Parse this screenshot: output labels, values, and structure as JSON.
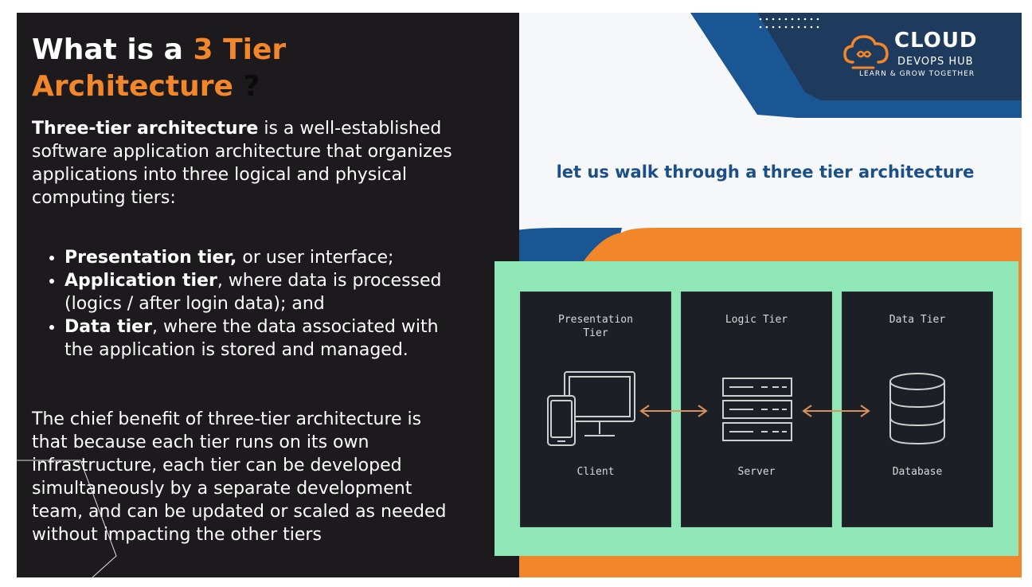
{
  "title": {
    "prefix": "What is a ",
    "highlight": "3 Tier Architecture",
    "suffix": " ?"
  },
  "intro": {
    "bold": "Three-tier architecture",
    "rest": " is a well-established software application architecture that organizes applications into three logical and physical computing tiers:"
  },
  "tiers_list": [
    {
      "bold": "Presentation tier,",
      "rest": " or user interface;"
    },
    {
      "bold": "Application tier",
      "rest": ", where data is processed (logics / after login data); and"
    },
    {
      "bold": "Data tier",
      "rest": ", where the data associated with the application is stored and managed."
    }
  ],
  "benefit": "The chief benefit of three-tier architecture is that because each tier runs on its own infrastructure, each tier can be developed simultaneously by a separate development team, and can be updated or scaled as needed without impacting the other tiers",
  "walk_text": "let us walk through a three tier architecture",
  "logo": {
    "line1": "CLOUD",
    "line2": "DEVOPS HUB",
    "line3": "LEARN & GROW TOGETHER",
    "icon": "cloud-infinity-icon"
  },
  "diagram": {
    "tiers": [
      {
        "title_line1": "Presentation",
        "title_line2": "Tier",
        "label": "Client",
        "icon": "monitor-phone-icon"
      },
      {
        "title_line1": "Logic Tier",
        "title_line2": "",
        "label": "Server",
        "icon": "server-rack-icon"
      },
      {
        "title_line1": "Data Tier",
        "title_line2": "",
        "label": "Database",
        "icon": "database-icon"
      }
    ],
    "connectors": [
      "bidirectional-arrow-icon",
      "bidirectional-arrow-icon"
    ]
  },
  "colors": {
    "orange": "#f2862a",
    "dark_bg": "#1c1a1c",
    "blue": "#1b5694",
    "navy": "#1e3a5c",
    "mint": "#8fe7b6",
    "card": "#1d1f26",
    "arrow": "#d6915e"
  }
}
